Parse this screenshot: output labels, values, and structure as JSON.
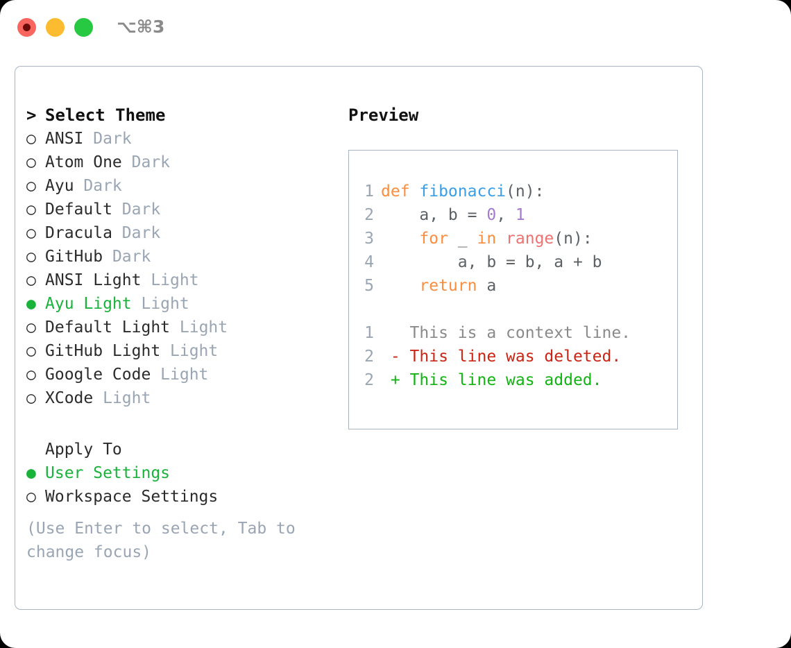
{
  "titlebar": {
    "shortcut": "⌥⌘3",
    "traffic_lights": [
      {
        "name": "close",
        "color": "#f9655f"
      },
      {
        "name": "minimize",
        "color": "#fdbc2f"
      },
      {
        "name": "maximize",
        "color": "#26c941"
      }
    ]
  },
  "theme_picker": {
    "header_marker": ">",
    "header": "Select Theme",
    "unselected_marker": "○",
    "selected_marker": "●",
    "selected_color": "#19b33c",
    "items": [
      {
        "name": "ANSI",
        "variant": "Dark",
        "selected": false
      },
      {
        "name": "Atom One",
        "variant": "Dark",
        "selected": false
      },
      {
        "name": "Ayu",
        "variant": "Dark",
        "selected": false
      },
      {
        "name": "Default",
        "variant": "Dark",
        "selected": false
      },
      {
        "name": "Dracula",
        "variant": "Dark",
        "selected": false
      },
      {
        "name": "GitHub",
        "variant": "Dark",
        "selected": false
      },
      {
        "name": "ANSI Light",
        "variant": "Light",
        "selected": false
      },
      {
        "name": "Ayu Light",
        "variant": "Light",
        "selected": true
      },
      {
        "name": "Default Light",
        "variant": "Light",
        "selected": false
      },
      {
        "name": "GitHub Light",
        "variant": "Light",
        "selected": false
      },
      {
        "name": "Google Code",
        "variant": "Light",
        "selected": false
      },
      {
        "name": "XCode",
        "variant": "Light",
        "selected": false
      }
    ]
  },
  "apply_to": {
    "header": "Apply To",
    "items": [
      {
        "name": "User Settings",
        "selected": true
      },
      {
        "name": "Workspace Settings",
        "selected": false
      }
    ]
  },
  "hint": "(Use Enter to select, Tab to change focus)",
  "preview": {
    "title": "Preview",
    "code_lines": [
      {
        "lineno": "1",
        "tokens": [
          {
            "text": "def ",
            "type": "kw"
          },
          {
            "text": "fibonacci",
            "type": "fn"
          },
          {
            "text": "(n):",
            "type": "txt"
          }
        ]
      },
      {
        "lineno": "2",
        "tokens": [
          {
            "text": "    a, b = ",
            "type": "txt"
          },
          {
            "text": "0",
            "type": "num"
          },
          {
            "text": ", ",
            "type": "txt"
          },
          {
            "text": "1",
            "type": "num"
          }
        ]
      },
      {
        "lineno": "3",
        "tokens": [
          {
            "text": "    ",
            "type": "txt"
          },
          {
            "text": "for",
            "type": "kw"
          },
          {
            "text": " _ ",
            "type": "txt"
          },
          {
            "text": "in",
            "type": "kw"
          },
          {
            "text": " ",
            "type": "txt"
          },
          {
            "text": "range",
            "type": "call"
          },
          {
            "text": "(n):",
            "type": "txt"
          }
        ]
      },
      {
        "lineno": "4",
        "tokens": [
          {
            "text": "        a, b = b, a + b",
            "type": "txt"
          }
        ]
      },
      {
        "lineno": "5",
        "tokens": [
          {
            "text": "    ",
            "type": "txt"
          },
          {
            "text": "return",
            "type": "kw"
          },
          {
            "text": " a",
            "type": "txt"
          }
        ]
      }
    ],
    "diff_lines": [
      {
        "lineno": "1",
        "tokens": [
          {
            "text": "   This is a context line.",
            "type": "ctx"
          }
        ]
      },
      {
        "lineno": "2",
        "tokens": [
          {
            "text": " - This line was deleted.",
            "type": "del"
          }
        ]
      },
      {
        "lineno": "2",
        "tokens": [
          {
            "text": " + This line was added.",
            "type": "add"
          }
        ]
      }
    ]
  }
}
